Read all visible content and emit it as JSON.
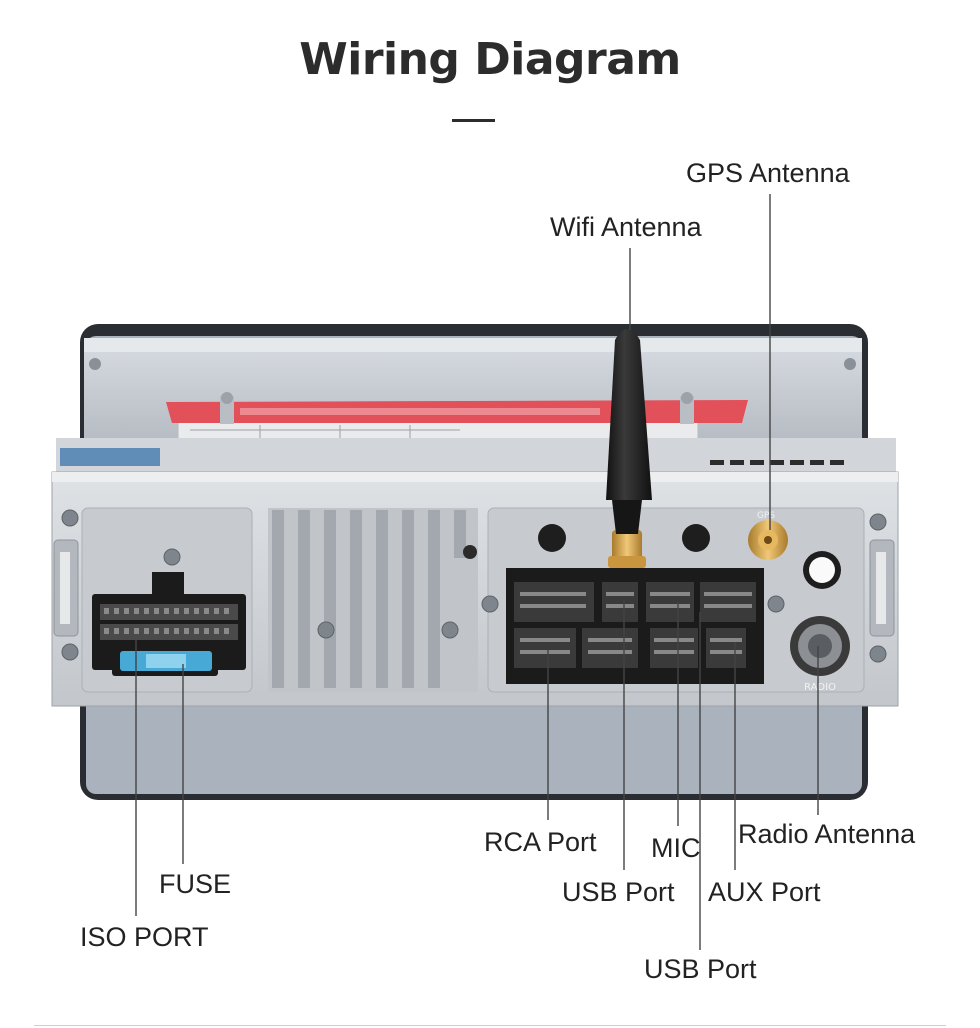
{
  "header": {
    "title": "Wiring Diagram"
  },
  "labels": {
    "gps_antenna": "GPS Antenna",
    "wifi_antenna": "Wifi Antenna",
    "rca_port": "RCA Port",
    "mic": "MIC",
    "radio_antenna": "Radio Antenna",
    "fuse": "FUSE",
    "usb_port_1": "USB Port",
    "aux_port": "AUX Port",
    "iso_port": "ISO PORT",
    "usb_port_2": "USB Port"
  },
  "unit_markings": {
    "gps": "GPS",
    "radio": "RADIO"
  },
  "colors": {
    "chassis": "#c9ccd1",
    "panel": "#d5d8dc",
    "connector": "#1b1b1b",
    "warning_sticker": "#e2505a",
    "antenna_connector": "#d8a34a",
    "fuse": "#46a9d6",
    "leader_line": "#444444"
  }
}
